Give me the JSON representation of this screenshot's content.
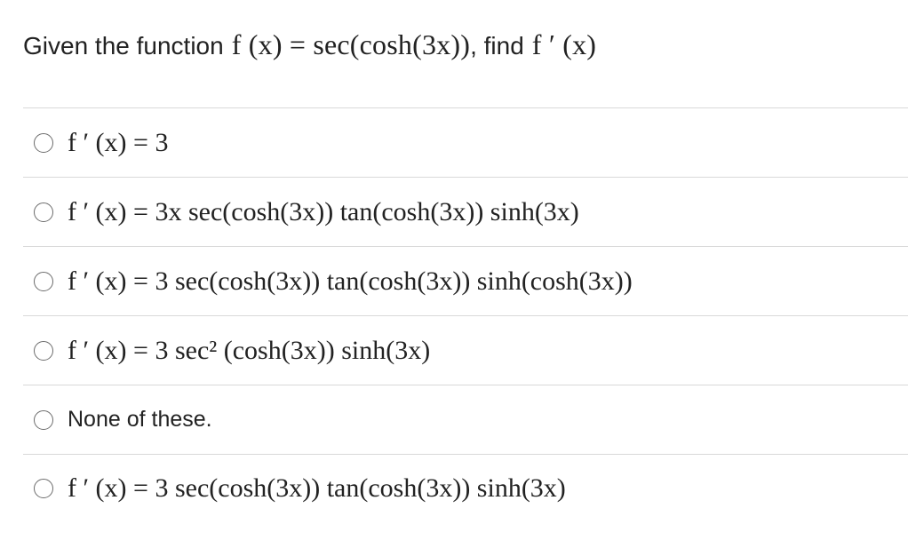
{
  "question": {
    "prefix": "Given the function",
    "function_expr": "f (x) = sec(cosh(3x))",
    "middle": ", find",
    "target_expr": "f ′ (x)"
  },
  "options": [
    {
      "kind": "math",
      "text": "f ′ (x) = 3"
    },
    {
      "kind": "math",
      "text": "f ′ (x) = 3x sec(cosh(3x)) tan(cosh(3x)) sinh(3x)"
    },
    {
      "kind": "math",
      "text": "f ′ (x) = 3 sec(cosh(3x)) tan(cosh(3x)) sinh(cosh(3x))"
    },
    {
      "kind": "math",
      "text": "f ′ (x) = 3 sec² (cosh(3x)) sinh(3x)"
    },
    {
      "kind": "text",
      "text": "None of these."
    },
    {
      "kind": "math",
      "text": "f ′ (x) = 3 sec(cosh(3x)) tan(cosh(3x)) sinh(3x)"
    }
  ]
}
